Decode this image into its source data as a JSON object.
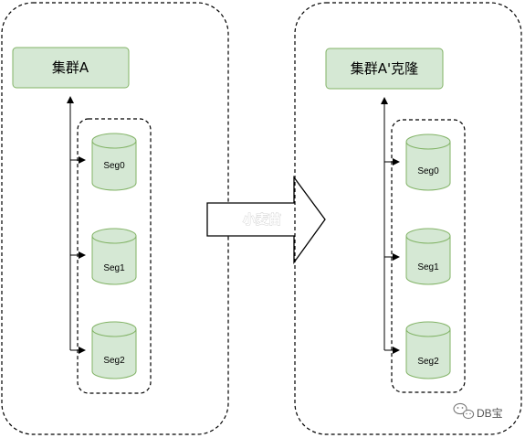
{
  "diagram": {
    "source": {
      "cluster_label": "集群A",
      "segments": [
        "Seg0",
        "Seg1",
        "Seg2"
      ]
    },
    "target": {
      "cluster_label": "集群A'克隆",
      "segments": [
        "Seg0",
        "Seg1",
        "Seg2"
      ]
    },
    "arrow_watermark": "小麦苗"
  },
  "brand": {
    "icon": "wechat-icon",
    "label": "DB宝"
  },
  "colors": {
    "node_fill": "#d5e8d4",
    "node_stroke": "#82b366",
    "line": "#000000"
  }
}
